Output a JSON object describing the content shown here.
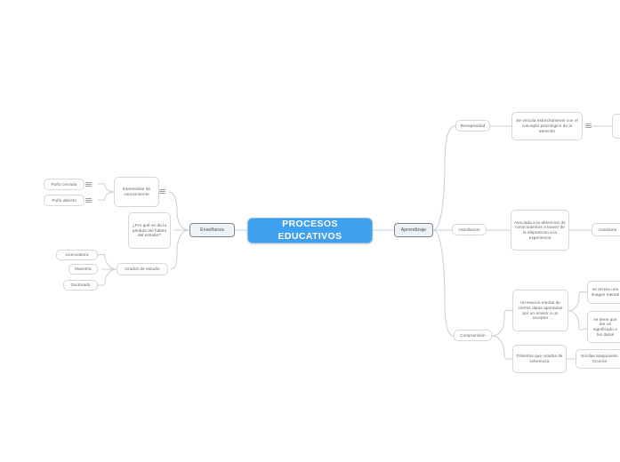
{
  "document": {
    "type": "mind-map",
    "background": "#ffffff",
    "accent_color": "#3fa0ee",
    "node_border_color": "#d4d8dc",
    "link_color": "#c9cdd2",
    "main_node_fill": "#eef2f7",
    "main_node_border": "#7a8795"
  },
  "root": {
    "label": "PROCESOS EDUCATIVOS"
  },
  "branches": [
    {
      "id": "ensenanza",
      "label": "Enseñanza",
      "side": "left",
      "children": [
        {
          "id": "transmision",
          "label": "transmisión de conocimiento",
          "has_collapse_icon": true,
          "children": [
            {
              "id": "puno-cerrado",
              "label": "Puño cerrado",
              "has_collapse_icon": true
            },
            {
              "id": "puno-abierto",
              "label": "Puño abierto",
              "has_collapse_icon": true
            }
          ]
        },
        {
          "id": "pregunta-habito",
          "label": "¿Por qué se da la pérdida del hábito del estudio?",
          "children": []
        },
        {
          "id": "grados",
          "label": "Grados de estudio",
          "children": [
            {
              "id": "licenciatura",
              "label": "Licenciatura"
            },
            {
              "id": "maestria",
              "label": "Maestría"
            },
            {
              "id": "doctorado",
              "label": "Doctorado"
            }
          ]
        }
      ]
    },
    {
      "id": "aprendizaje",
      "label": "Aprendizaje",
      "side": "right",
      "children": [
        {
          "id": "receptividad",
          "label": "Receptividad",
          "children": [
            {
              "id": "receptividad-detalle",
              "label": "Se vincula estrechamente con el concepto psicológico de la atención",
              "has_collapse_icon": true,
              "children": [
                {
                  "id": "receptividad-oculto",
                  "label": "",
                  "clipped": true
                }
              ]
            }
          ]
        },
        {
          "id": "asimilacion",
          "label": "Asimilacion",
          "children": [
            {
              "id": "asimilacion-detalle",
              "label": "Asociada a la absorcion de conocimientos a travez de la disposicion a la experiencia",
              "children": [
                {
                  "id": "constante",
                  "label": "constante",
                  "clipped": true
                }
              ]
            }
          ]
        },
        {
          "id": "comprension",
          "label": "Comprensión",
          "children": [
            {
              "id": "recreacion",
              "label": "recreacion mental de ciertos datos aportados por un emisor a un receptor",
              "children": [
                {
                  "id": "imagen-mental",
                  "label": "se recrea una imagen mental",
                  "clipped": true
                },
                {
                  "id": "significado",
                  "label": "se tiene que dar un significado a los datos",
                  "clipped": true
                }
              ]
            },
            {
              "id": "filosofos",
              "label": "Filosofos que usados de referencia",
              "children": [
                {
                  "id": "autores",
                  "label": "Nicolas Maquiavelo Ciceròn",
                  "clipped": true
                }
              ]
            }
          ]
        }
      ]
    }
  ]
}
